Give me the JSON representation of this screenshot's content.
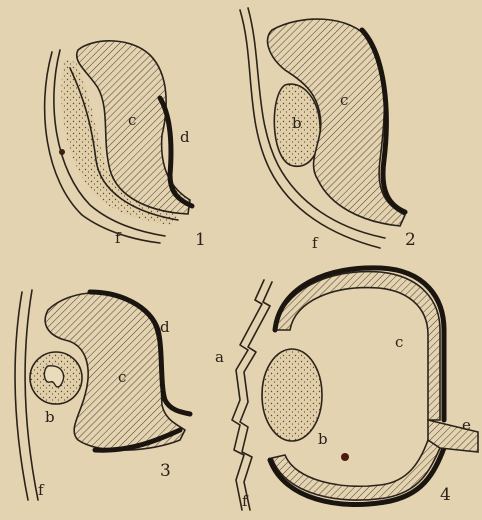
{
  "figures": [
    {
      "number": "1",
      "labels": {
        "c": "c",
        "d": "d",
        "f": "f"
      }
    },
    {
      "number": "2",
      "labels": {
        "b": "b",
        "c": "c",
        "f": "f"
      }
    },
    {
      "number": "3",
      "labels": {
        "b": "b",
        "c": "c",
        "d": "d",
        "f": "f"
      }
    },
    {
      "number": "4",
      "labels": {
        "a": "a",
        "b": "b",
        "c": "c",
        "e": "e",
        "f": "f"
      }
    }
  ],
  "colors": {
    "paper": "#e3d3b0",
    "ink": "#2b231b",
    "pigment": "#1b1510",
    "hatch": "#4a3d2e",
    "stipple": "#5a4a36"
  }
}
